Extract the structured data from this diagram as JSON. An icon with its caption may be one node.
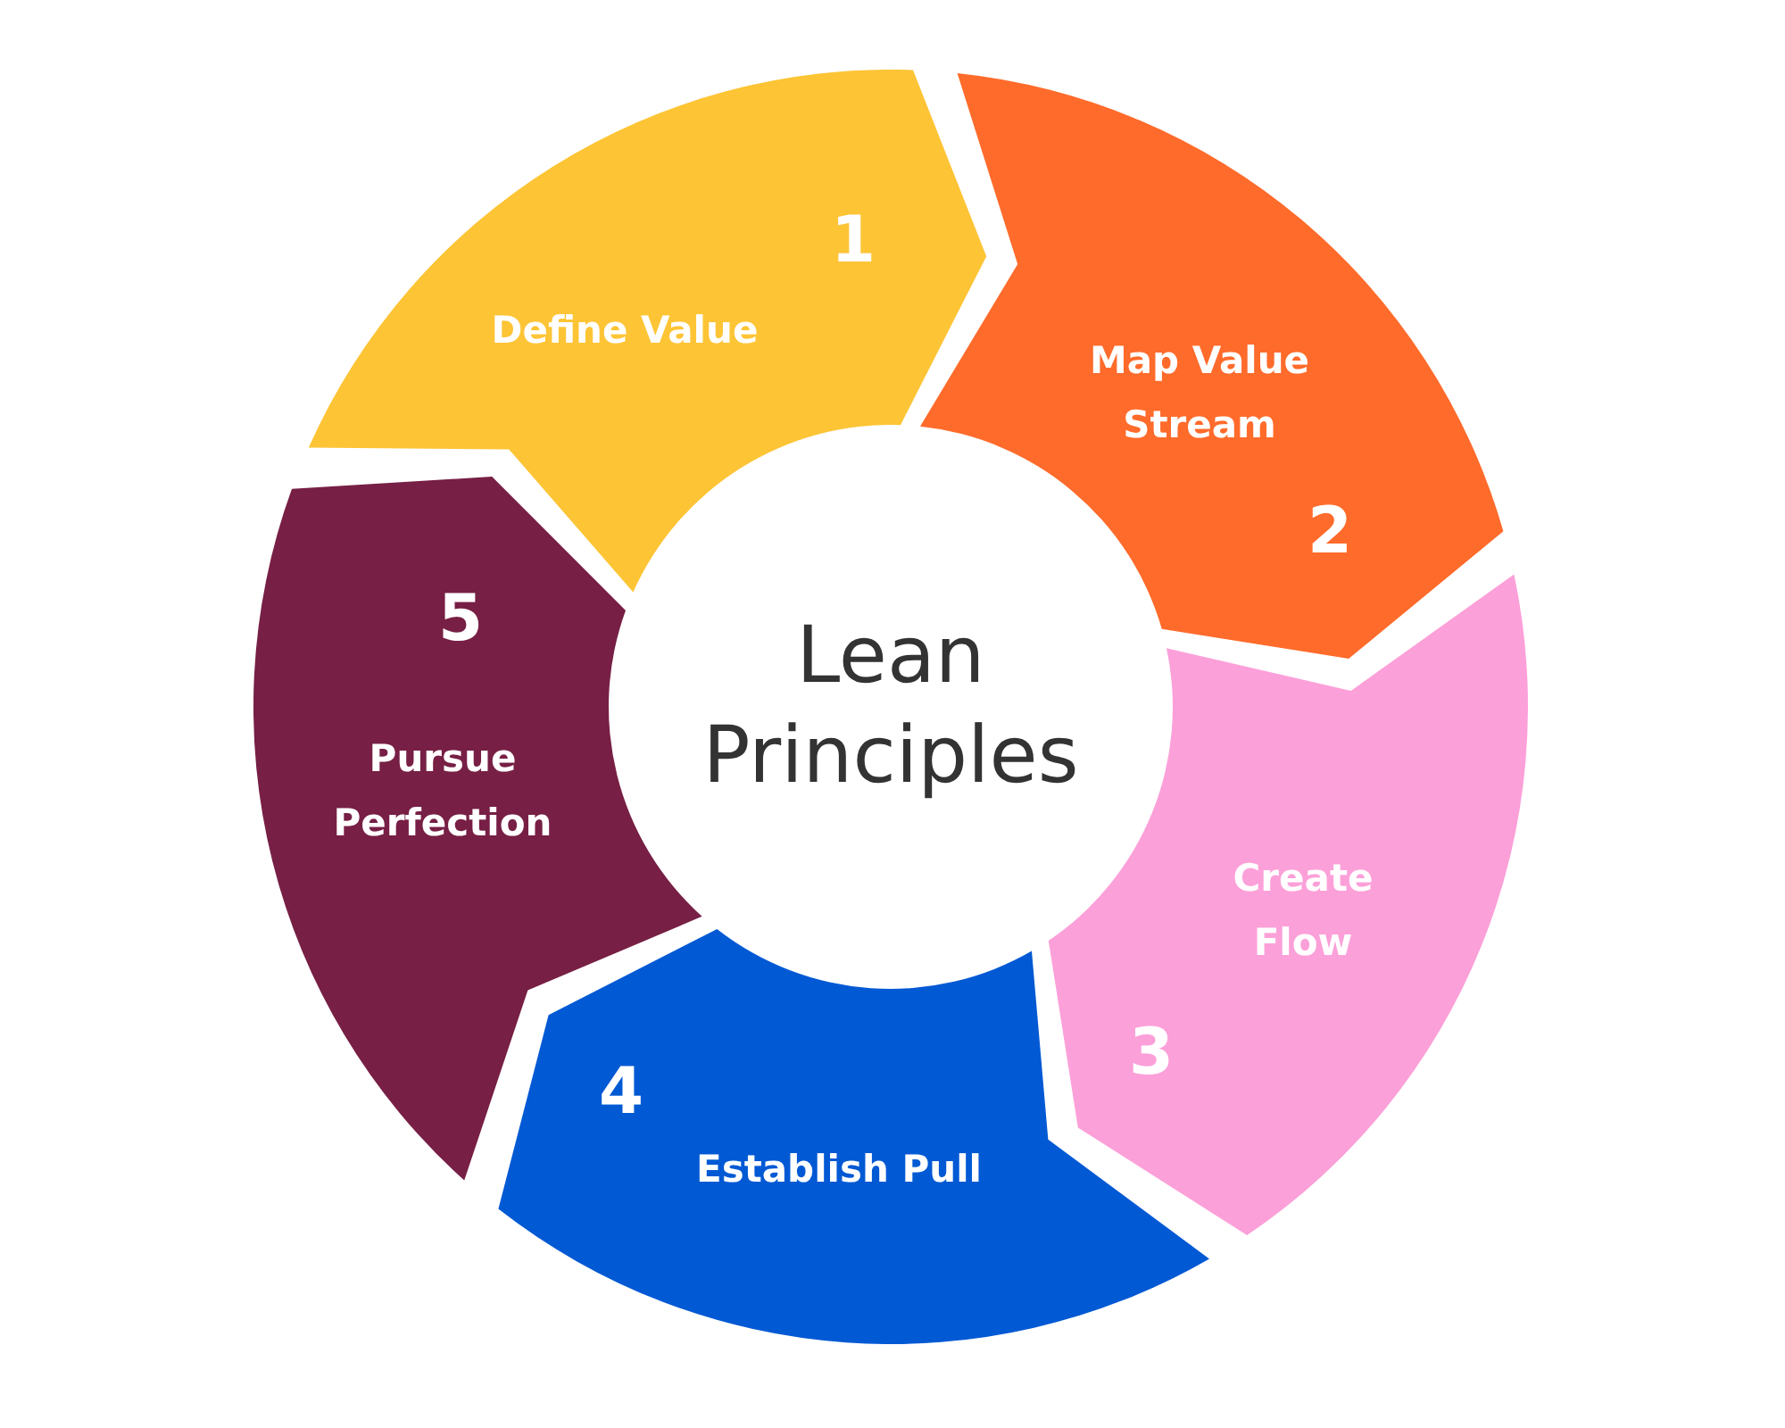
{
  "diagram": {
    "nodes": [
      {
        "text": [
          "Lean Principles"
        ]
      },
      {
        "text": [
          "1",
          "Define Value"
        ]
      },
      {
        "text": [
          "Map Value Stream",
          "2"
        ]
      },
      {
        "text": [
          "Create Flow",
          "3"
        ]
      },
      {
        "text": [
          "4",
          "Establish Pull"
        ]
      },
      {
        "text": [
          "5",
          "Pursue Perfection"
        ]
      }
    ]
  }
}
